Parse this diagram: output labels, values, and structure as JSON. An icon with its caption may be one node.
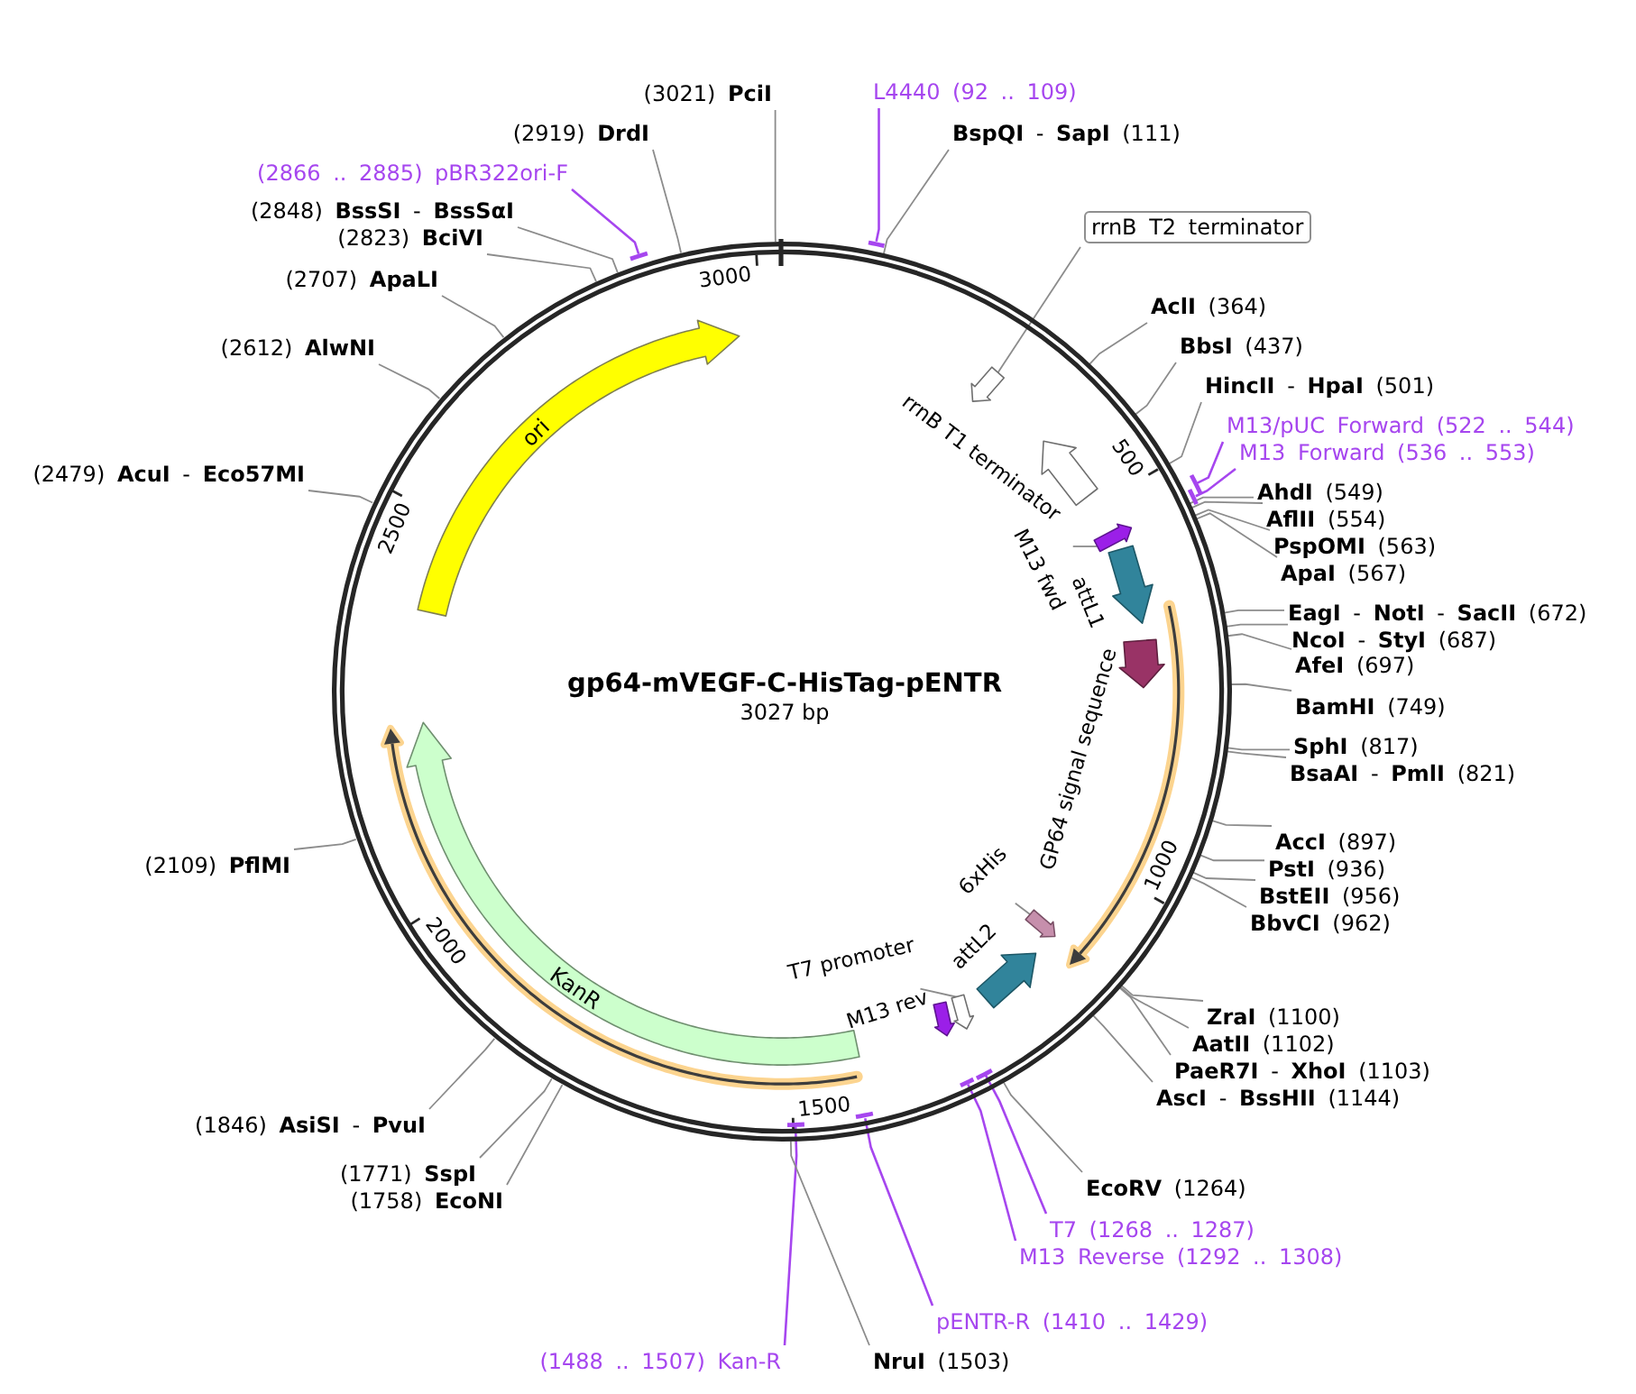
{
  "diagram": {
    "title": "gp64-mVEGF-C-HisTag-pENTR",
    "nodes": [
      {
        "text": [],
        "shape": "circle"
      },
      {
        "text": [
          "L4440 (92 .. 109)"
        ]
      },
      {
        "text": [
          "**BspQI** - **SapI** (111)"
        ]
      },
      {
        "text": [
          "**AclI** (364)"
        ]
      },
      {
        "text": [
          "**BbsI** (437)"
        ]
      },
      {
        "text": [
          "**HincII** - **HpaI** (501)"
        ]
      },
      {
        "text": [
          "M13/pUC Forward (522 .. 544)"
        ]
      },
      {
        "text": [
          "M13 Forward (536 .. 553)"
        ]
      },
      {
        "text": [
          "**AhdI** (549)"
        ]
      },
      {
        "text": [
          "**AflII** (554)"
        ]
      },
      {
        "text": [
          "**PspOMI** (563)"
        ]
      },
      {
        "text": [
          "**ApaI** (567)"
        ]
      },
      {
        "text": [
          "**EagI** - **NotI** - **SacII** (672)"
        ]
      },
      {
        "text": [
          "**NcoI** - **StyI** (687)"
        ]
      },
      {
        "text": [
          "**AfeI** (697)"
        ]
      },
      {
        "text": [
          "**BamHI** (749)"
        ]
      },
      {
        "text": [
          "**SphI** (817)"
        ]
      },
      {
        "text": [
          "**BsaAI** - **PmlI** (821)"
        ]
      },
      {
        "text": [
          "**AccI** (897)"
        ]
      },
      {
        "text": [
          "**PstI** (936)"
        ]
      },
      {
        "text": [
          "**BstEII** (956)"
        ]
      },
      {
        "text": [
          "**BbvCI** (962)"
        ]
      },
      {
        "text": [
          "**ZraI** (1100)"
        ]
      },
      {
        "text": [
          "**AatII** (1102)"
        ]
      },
      {
        "text": [
          "**PaeR7I** - **XhoI** (1103)"
        ]
      },
      {
        "text": [
          "**AscI** - **BssHII** (1144)"
        ]
      },
      {
        "text": [
          "**EcoRV** (1264)"
        ]
      },
      {
        "text": [
          "T7 (1268 .. 1287)"
        ]
      },
      {
        "text": [
          "M13 Reverse (1292 .. 1308)"
        ]
      },
      {
        "text": [
          "pENTR-R (1410 .. 1429)"
        ]
      },
      {
        "text": [
          "(1488 .. 1507) Kan-R"
        ]
      },
      {
        "text": [
          "**NruI** (1503)"
        ]
      },
      {
        "text": [
          "(1758) **EcoNI**"
        ]
      },
      {
        "text": [
          "(1771) **SspI**"
        ]
      },
      {
        "text": [
          "(1846) **AsiSI** - **PvuI**"
        ]
      },
      {
        "text": [
          "(2109) **PflMI**"
        ]
      },
      {
        "text": [
          "(2479) **AcuI** - **Eco57MI**"
        ]
      },
      {
        "text": [
          "(2612) **AlwNI**"
        ]
      },
      {
        "text": [
          "(2707) **ApaLI**"
        ]
      },
      {
        "text": [
          "(2823) **BciVI**"
        ]
      },
      {
        "text": [
          "(2848) **BssSI** - **BssSαI**"
        ]
      },
      {
        "text": [
          "(2866 .. 2885) pBR322ori-F"
        ]
      },
      {
        "text": [
          "(2919) **DrdI**"
        ]
      },
      {
        "text": [
          "(3021) **PciI**"
        ]
      },
      {
        "text": [],
        "shape": "bar"
      },
      {
        "text": [],
        "shape": "bar"
      },
      {
        "text": [],
        "shape": "bar"
      },
      {
        "text": [],
        "shape": "bar",
        "in": 0
      },
      {
        "text": [],
        "shape": "bar",
        "in": 0
      },
      {
        "text": [],
        "shape": "bar",
        "in": 0
      },
      {
        "text": [],
        "shape": "bar",
        "in": 0
      },
      {
        "text": [],
        "shape": "bar"
      },
      {
        "text": [
          "rrnB T2 terminator"
        ]
      },
      {
        "text": [],
        "shape": "arrow",
        "in": 0
      },
      {
        "text": [],
        "shape": "arrow",
        "in": 0,
        "beside": [
          "rrnB T1 terminator"
        ]
      },
      {
        "text": [
          "M13 fwd"
        ],
        "in": 0
      },
      {
        "text": [],
        "shape": "arrow",
        "in": 0
      },
      {
        "text": [],
        "shape": "arrow",
        "in": 0,
        "beside": [
          "attL1"
        ]
      },
      {
        "text": [],
        "shape": "arrow",
        "in": 59,
        "beside": [
          "GP64 signal sequence"
        ]
      },
      {
        "text": [],
        "shape": "arrow",
        "in": 0
      },
      {
        "text": [
          "6xHis"
        ],
        "in": 0
      },
      {
        "text": [],
        "shape": "arrow",
        "in": 0
      },
      {
        "text": [],
        "shape": "arrow",
        "in": 0,
        "beside": [
          "attL2"
        ]
      },
      {
        "text": [
          "T7 promoter"
        ],
        "in": 0
      },
      {
        "text": [],
        "shape": "arrow",
        "in": 0
      },
      {
        "text": [],
        "shape": "arrow",
        "in": 0,
        "beside": [
          "M13 rev"
        ]
      },
      {
        "text": [
          "KanR"
        ],
        "in": 0
      },
      {
        "text": [],
        "shape": "arrow",
        "in": 0
      },
      {
        "text": [
          "ori"
        ],
        "in": 0
      }
    ],
    "edges": [
      {
        "from": 1,
        "to": 44,
        "arrow": "none",
        "color": "#a646ef"
      },
      {
        "from": 2,
        "to": 0,
        "arrow": "none"
      },
      {
        "from": 3,
        "to": 0,
        "arrow": "none"
      },
      {
        "from": 4,
        "to": 0,
        "arrow": "none"
      },
      {
        "from": 5,
        "to": 0,
        "arrow": "none"
      },
      {
        "from": 6,
        "to": 45,
        "arrow": "none",
        "color": "#a646ef"
      },
      {
        "from": 7,
        "to": 46,
        "arrow": "none",
        "color": "#a646ef"
      },
      {
        "from": 8,
        "to": 0,
        "arrow": "none"
      },
      {
        "from": 9,
        "to": 0,
        "arrow": "none"
      },
      {
        "from": 10,
        "to": 0,
        "arrow": "none"
      },
      {
        "from": 11,
        "to": 0,
        "arrow": "none"
      },
      {
        "from": 12,
        "to": 0,
        "arrow": "none"
      },
      {
        "from": 13,
        "to": 0,
        "arrow": "none"
      },
      {
        "from": 14,
        "to": 0,
        "arrow": "none"
      },
      {
        "from": 15,
        "to": 0,
        "arrow": "none"
      },
      {
        "from": 16,
        "to": 0,
        "arrow": "none"
      },
      {
        "from": 17,
        "to": 0,
        "arrow": "none"
      },
      {
        "from": 18,
        "to": 0,
        "arrow": "none"
      },
      {
        "from": 19,
        "to": 0,
        "arrow": "none"
      },
      {
        "from": 20,
        "to": 0,
        "arrow": "none"
      },
      {
        "from": 21,
        "to": 0,
        "arrow": "none"
      },
      {
        "from": 22,
        "to": 0,
        "arrow": "none"
      },
      {
        "from": 23,
        "to": 0,
        "arrow": "none"
      },
      {
        "from": 24,
        "to": 0,
        "arrow": "none"
      },
      {
        "from": 25,
        "to": 0,
        "arrow": "none"
      },
      {
        "from": 26,
        "to": 0,
        "arrow": "none"
      },
      {
        "from": 27,
        "to": 47,
        "arrow": "none",
        "color": "#a646ef"
      },
      {
        "from": 28,
        "to": 48,
        "arrow": "none",
        "color": "#a646ef"
      },
      {
        "from": 29,
        "to": 49,
        "arrow": "none",
        "color": "#a646ef"
      },
      {
        "from": 30,
        "to": 50,
        "arrow": "none",
        "color": "#a646ef"
      },
      {
        "from": 31,
        "to": 0,
        "arrow": "none"
      },
      {
        "from": 32,
        "to": 0,
        "arrow": "none"
      },
      {
        "from": 33,
        "to": 0,
        "arrow": "none"
      },
      {
        "from": 34,
        "to": 0,
        "arrow": "none"
      },
      {
        "from": 35,
        "to": 0,
        "arrow": "none"
      },
      {
        "from": 36,
        "to": 0,
        "arrow": "none"
      },
      {
        "from": 37,
        "to": 0,
        "arrow": "none"
      },
      {
        "from": 38,
        "to": 0,
        "arrow": "none"
      },
      {
        "from": 39,
        "to": 0,
        "arrow": "none"
      },
      {
        "from": 40,
        "to": 0,
        "arrow": "none"
      },
      {
        "from": 41,
        "to": 51,
        "arrow": "none",
        "color": "#a646ef"
      },
      {
        "from": 42,
        "to": 0,
        "arrow": "none"
      },
      {
        "from": 43,
        "to": 0,
        "arrow": "none"
      },
      {
        "from": 52,
        "to": 53,
        "arrow": "none"
      },
      {
        "from": 55,
        "to": 56,
        "arrow": "none"
      },
      {
        "from": 60,
        "to": 61,
        "arrow": "none"
      },
      {
        "from": 63,
        "to": 64,
        "arrow": "none"
      }
    ],
    "labels": [
      "3000",
      "500",
      "2500",
      "3027 bp",
      "1000",
      "2000",
      "1500"
    ]
  }
}
